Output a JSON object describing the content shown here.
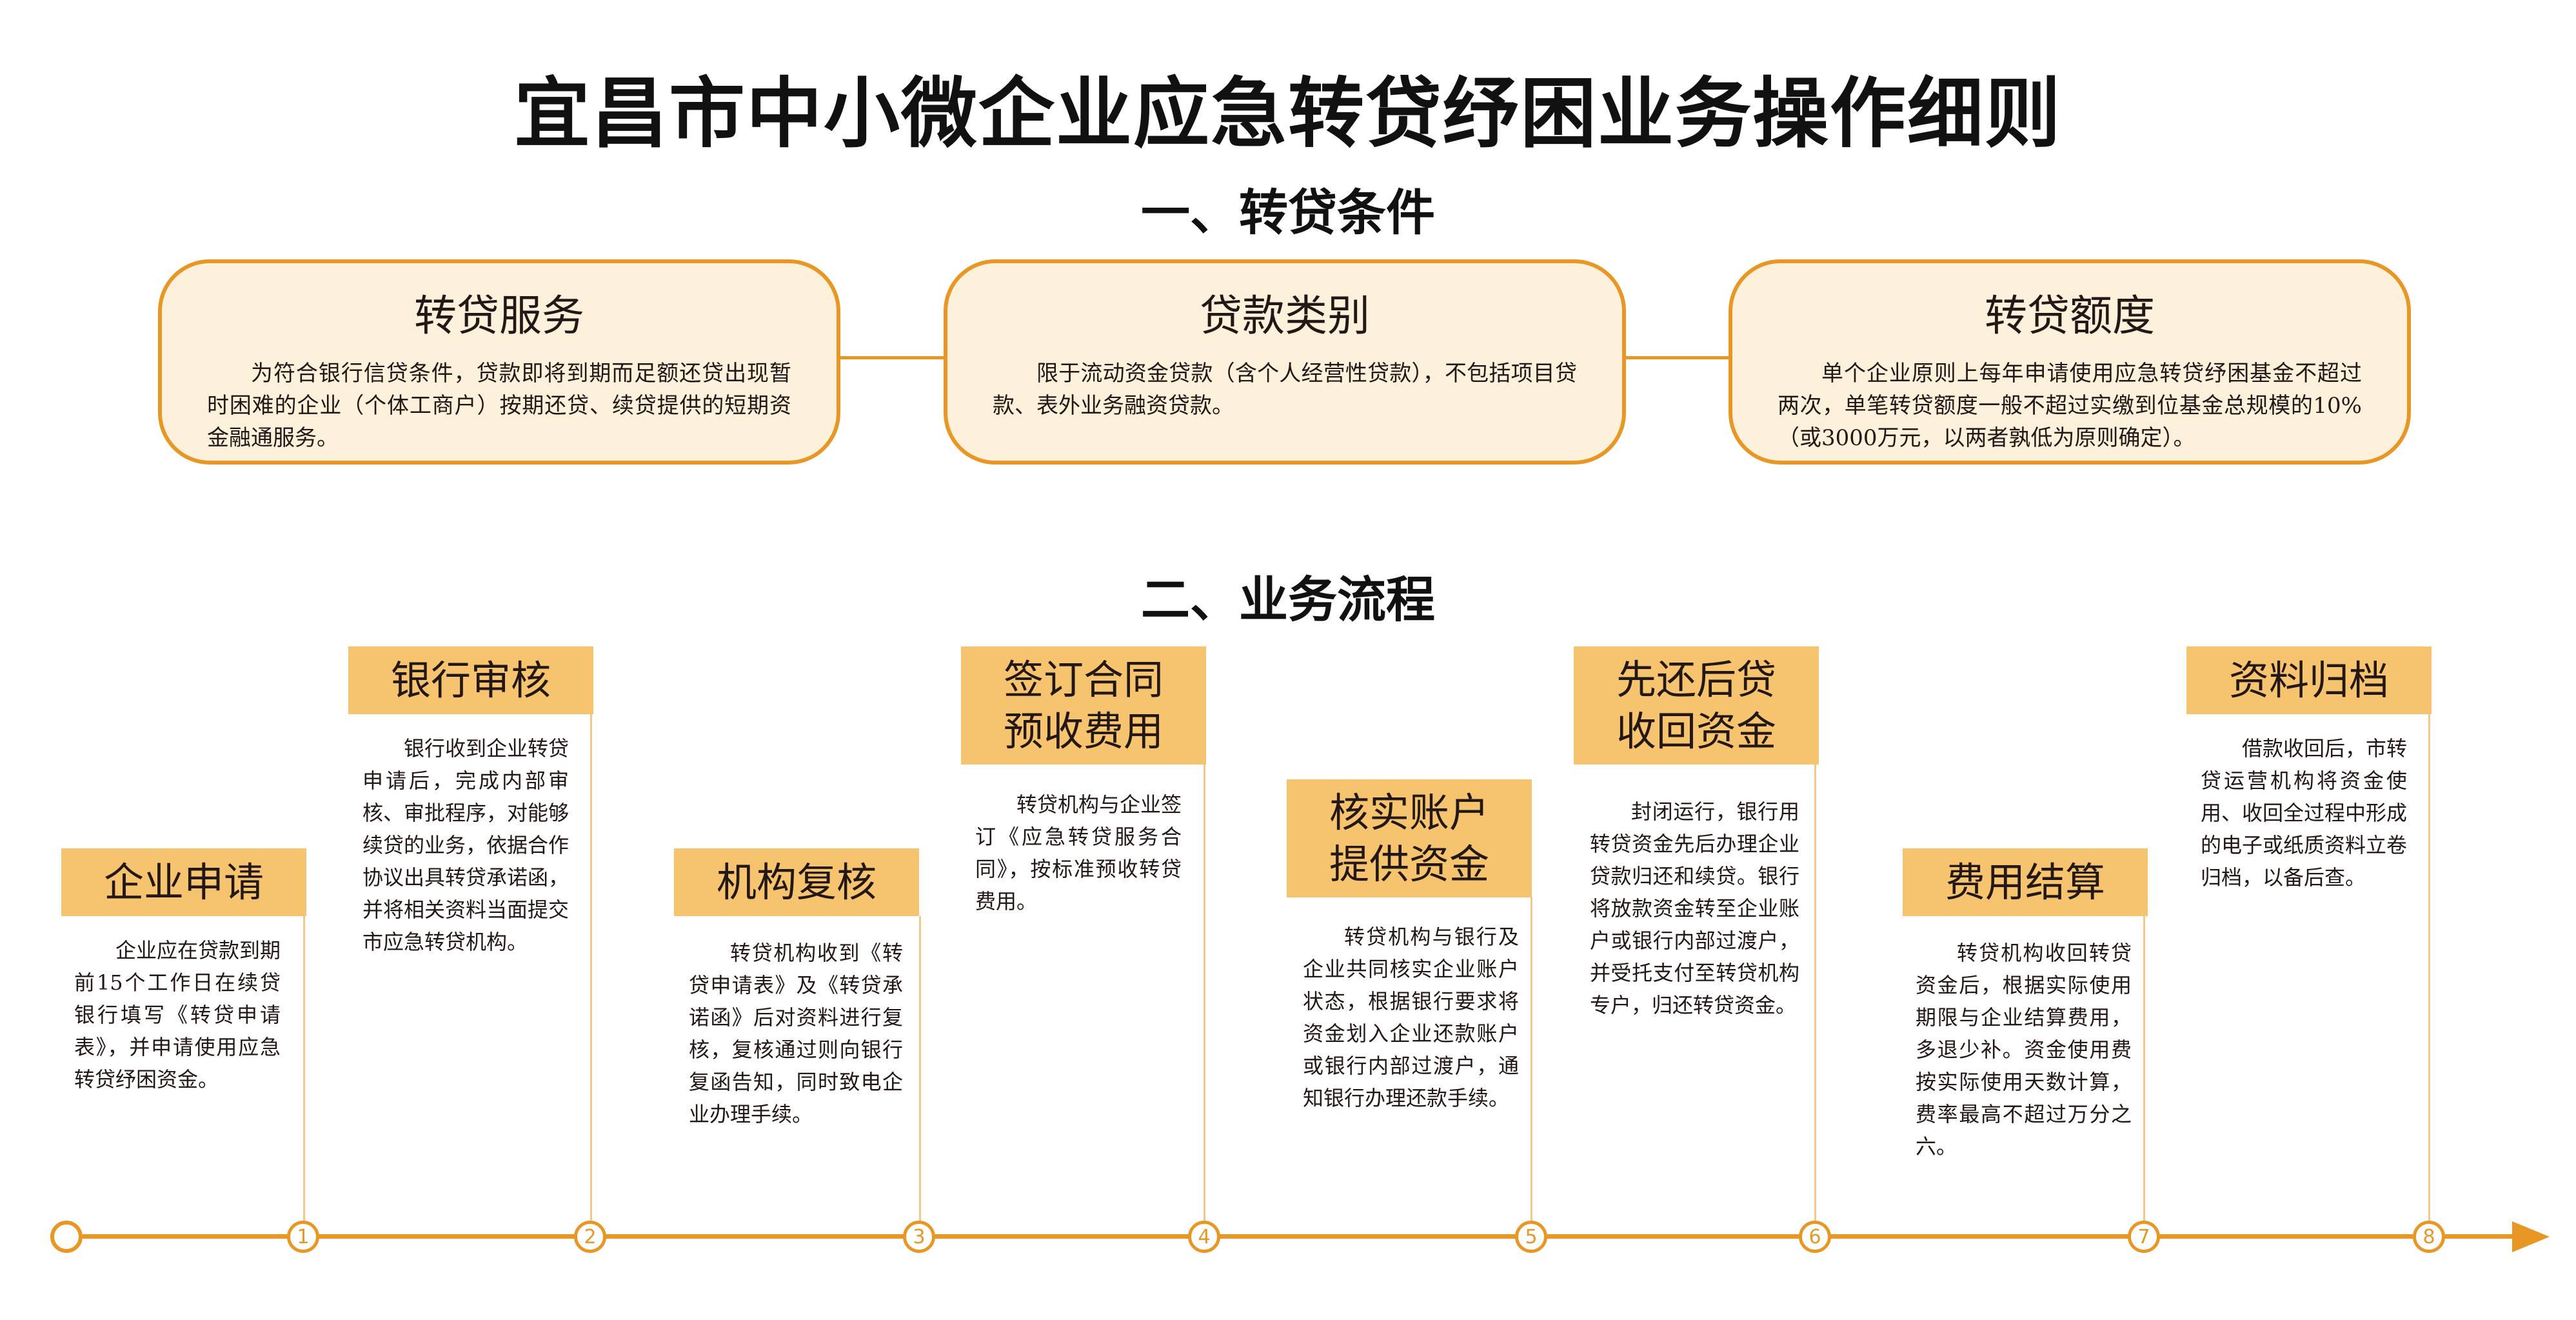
{
  "title": "宜昌市中小微企业应急转贷纾困业务操作细则",
  "section1": "一、转贷条件",
  "section2": "二、业务流程",
  "conditions": [
    {
      "title": "转贷服务",
      "text": "为符合银行信贷条件，贷款即将到期而足额还贷出现暂时困难的企业（个体工商户）按期还贷、续贷提供的短期资金融通服务。"
    },
    {
      "title": "贷款类别",
      "text": "限于流动资金贷款（含个人经营性贷款），不包括项目贷款、表外业务融资贷款。"
    },
    {
      "title": "转贷额度",
      "text": "单个企业原则上每年申请使用应急转贷纾困基金不超过两次，单笔转贷额度一般不超过实缴到位基金总规模的10%（或3000万元，以两者孰低为原则确定）。"
    }
  ],
  "steps": [
    {
      "num": "1",
      "label": "企业申请",
      "text": "企业应在贷款到期前15个工作日在续贷银行填写《转贷申请表》，并申请使用应急转贷纾困资金。"
    },
    {
      "num": "2",
      "label": "银行审核",
      "text": "银行收到企业转贷申请后，完成内部审核、审批程序，对能够续贷的业务，依据合作协议出具转贷承诺函，并将相关资料当面提交市应急转贷机构。"
    },
    {
      "num": "3",
      "label": "机构复核",
      "text": "转贷机构收到《转贷申请表》及《转贷承诺函》后对资料进行复核，复核通过则向银行复函告知，同时致电企业办理手续。"
    },
    {
      "num": "4",
      "label": "签订合同\n预收费用",
      "text": "转贷机构与企业签订《应急转贷服务合同》，按标准预收转贷费用。"
    },
    {
      "num": "5",
      "label": "核实账户\n提供资金",
      "text": "转贷机构与银行及企业共同核实企业账户状态，根据银行要求将资金划入企业还款账户或银行内部过渡户，通知银行办理还款手续。"
    },
    {
      "num": "6",
      "label": "先还后贷\n收回资金",
      "text": "封闭运行，银行用转贷资金先后办理企业贷款归还和续贷。银行将放款资金转至企业账户或银行内部过渡户，并受托支付至转贷机构专户，归还转贷资金。"
    },
    {
      "num": "7",
      "label": "费用结算",
      "text": "转贷机构收回转贷资金后，根据实际使用期限与企业结算费用，多退少补。资金使用费按实际使用天数计算，费率最高不超过万分之六。"
    },
    {
      "num": "8",
      "label": "资料归档",
      "text": "借款收回后，市转贷运营机构将资金使用、收回全过程中形成的电子或纸质资料立卷归档，以备后查。"
    }
  ]
}
